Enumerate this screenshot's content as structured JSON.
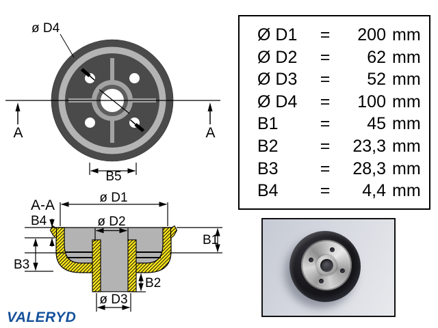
{
  "front_view": {
    "d4_label": "ø D4",
    "b5_label": "B5",
    "section_letter_left": "A",
    "section_letter_right": "A"
  },
  "section_view": {
    "title": "A-A",
    "d1_label": "ø D1",
    "d2_label": "ø D2",
    "d3_label": "ø D3",
    "b1_label": "B1",
    "b2_label": "B2",
    "b3_label": "B3",
    "b4_label": "B4"
  },
  "dimensions_table": {
    "rows": [
      {
        "label": "Ø D1",
        "eq": "=",
        "value": "200",
        "unit": "mm"
      },
      {
        "label": "Ø D2",
        "eq": "=",
        "value": "62",
        "unit": "mm"
      },
      {
        "label": "Ø D3",
        "eq": "=",
        "value": "52",
        "unit": "mm"
      },
      {
        "label": "Ø D4",
        "eq": "=",
        "value": "100",
        "unit": "mm"
      },
      {
        "label": "B1",
        "eq": "=",
        "value": "45",
        "unit": "mm"
      },
      {
        "label": "B2",
        "eq": "=",
        "value": "23,3",
        "unit": "mm"
      },
      {
        "label": "B3",
        "eq": "=",
        "value": "28,3",
        "unit": "mm"
      },
      {
        "label": "B4",
        "eq": "=",
        "value": "4,4",
        "unit": "mm"
      }
    ]
  },
  "logo": {
    "text": "VALERYD"
  },
  "colors": {
    "logo_blue": "#14519B",
    "hatch_yellow": "#FFE818",
    "drawing_dark_gray": "#4a4a4a",
    "drawing_light_gray": "#b4b4b4",
    "section_gray": "#b3b3b3"
  }
}
